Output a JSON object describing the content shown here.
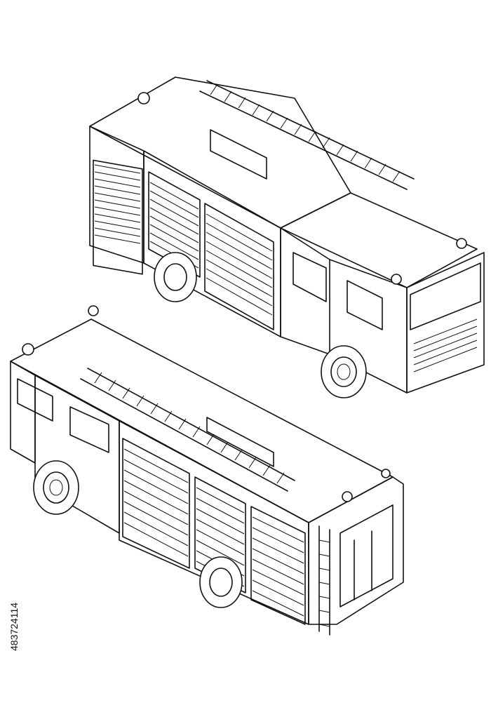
{
  "illustration": {
    "image_id": "483724114",
    "stroke_color": "#111111",
    "background_color": "#ffffff",
    "subjects": [
      "fire-truck-top",
      "fire-truck-bottom"
    ]
  }
}
